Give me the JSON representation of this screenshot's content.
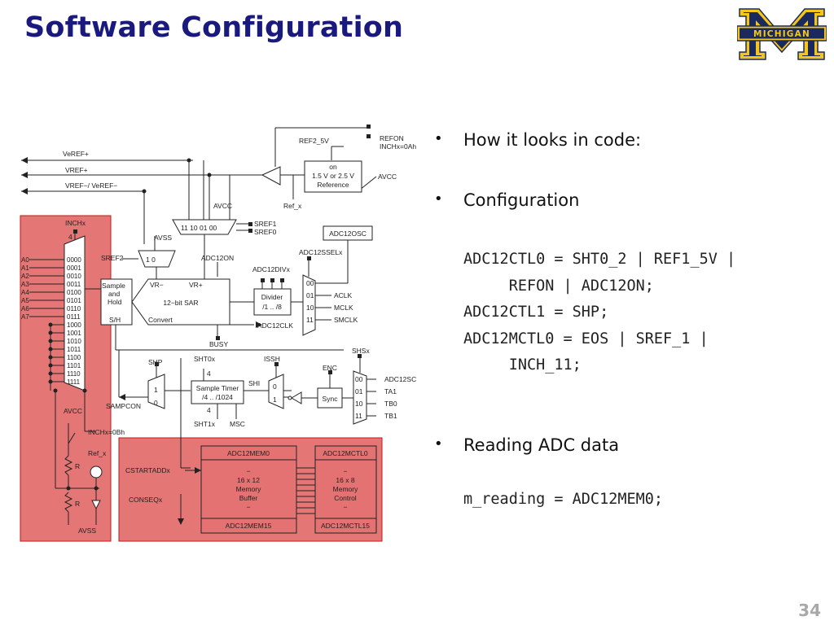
{
  "slide": {
    "title": "Software Configuration",
    "page_number": "34",
    "logo_text": "MICHIGAN"
  },
  "bullets": [
    {
      "text": "How it looks in code:"
    },
    {
      "text": "Configuration"
    },
    {
      "text": "Reading ADC data"
    }
  ],
  "code": {
    "configuration": "ADC12CTL0 = SHT0_2 | REF1_5V |\n     REFON | ADC12ON;\nADC12CTL1 = SHP;\nADC12MCTL0 = EOS | SREF_1 |\n     INCH_11;",
    "reading": "m_reading = ADC12MEM0;"
  },
  "diagram": {
    "labels": {
      "veref_plus": "VeREF+",
      "vref_plus": "VREF+",
      "vref_minus": "VREF−/ VeREF−",
      "ref2_5v": "REF2_5V",
      "refon": "REFON",
      "inchx_0ah": "INCHx=0Ah",
      "ref_on": "on",
      "ref_volt": "1.5 V or 2.5 V",
      "ref_label": "Reference",
      "avcc_ref": "AVCC",
      "ref_x_top": "Ref_x",
      "inchx": "INCHx",
      "inch_bits": "4",
      "avss": "AVSS",
      "avcc_top": "AVCC",
      "sref_codes": "11  10  01  00",
      "sref1": "SREF1",
      "sref0": "SREF0",
      "adc12osc": "ADC12OSC",
      "sref2": "SREF2",
      "mux_1_0": "1    0",
      "adc12on": "ADC12ON",
      "adc12ssel": "ADC12SSELx",
      "adc12div": "ADC12DIVx",
      "inputs": [
        "A0",
        "A1",
        "A2",
        "A3",
        "A4",
        "A5",
        "A6",
        "A7"
      ],
      "codes": [
        "0000",
        "0001",
        "0010",
        "0011",
        "0100",
        "0101",
        "0110",
        "0111",
        "1000",
        "1001",
        "1010",
        "1011",
        "1100",
        "1101",
        "1110",
        "1111"
      ],
      "sample_hold": [
        "Sample",
        "and",
        "Hold"
      ],
      "s_h": "S/H",
      "vr_minus": "VR−",
      "vr_plus": "VR+",
      "sar": "12−bit SAR",
      "convert": "Convert",
      "divider": [
        "Divider",
        "/1 .. /8"
      ],
      "clk_codes": [
        "00",
        "01",
        "10",
        "11"
      ],
      "aclk": "ACLK",
      "mclk": "MCLK",
      "smclk": "SMCLK",
      "adc12clk": "ADC12CLK",
      "busy": "BUSY",
      "shp": "SHP",
      "sht0x": "SHT0x",
      "sht_bits": "4",
      "issh": "ISSH",
      "enc": "ENC",
      "shsx": "SHSx",
      "shs_codes": [
        "00",
        "01",
        "10",
        "11"
      ],
      "shs_targets": [
        "ADC12SC",
        "TA1",
        "TB0",
        "TB1"
      ],
      "mux_sh": [
        "1",
        "0"
      ],
      "sample_timer": [
        "Sample Timer",
        "/4 .. /1024"
      ],
      "shi": "SHI",
      "mux_issh": [
        "0",
        "1"
      ],
      "sync": "Sync",
      "sampcon": "SAMPCON",
      "sht1x": "SHT1x",
      "msc": "MSC",
      "avcc_left": "AVCC",
      "inchx_0bh": "INCHx=0Bh",
      "ref_x_left": "Ref_x",
      "r": "R",
      "avss_left": "AVSS",
      "cstartadd": "CSTARTADDx",
      "conseq": "CONSEQx",
      "mem_top": "ADC12MEM0",
      "mem_body": [
        "−",
        "16 x 12",
        "Memory",
        "Buffer",
        "−"
      ],
      "mem_bottom": "ADC12MEM15",
      "mctl_top": "ADC12MCTL0",
      "mctl_body": [
        "−",
        "16 x 8",
        "Memory",
        "Control",
        "−"
      ],
      "mctl_bottom": "ADC12MCTL15"
    },
    "highlight_color": "#de5050"
  }
}
